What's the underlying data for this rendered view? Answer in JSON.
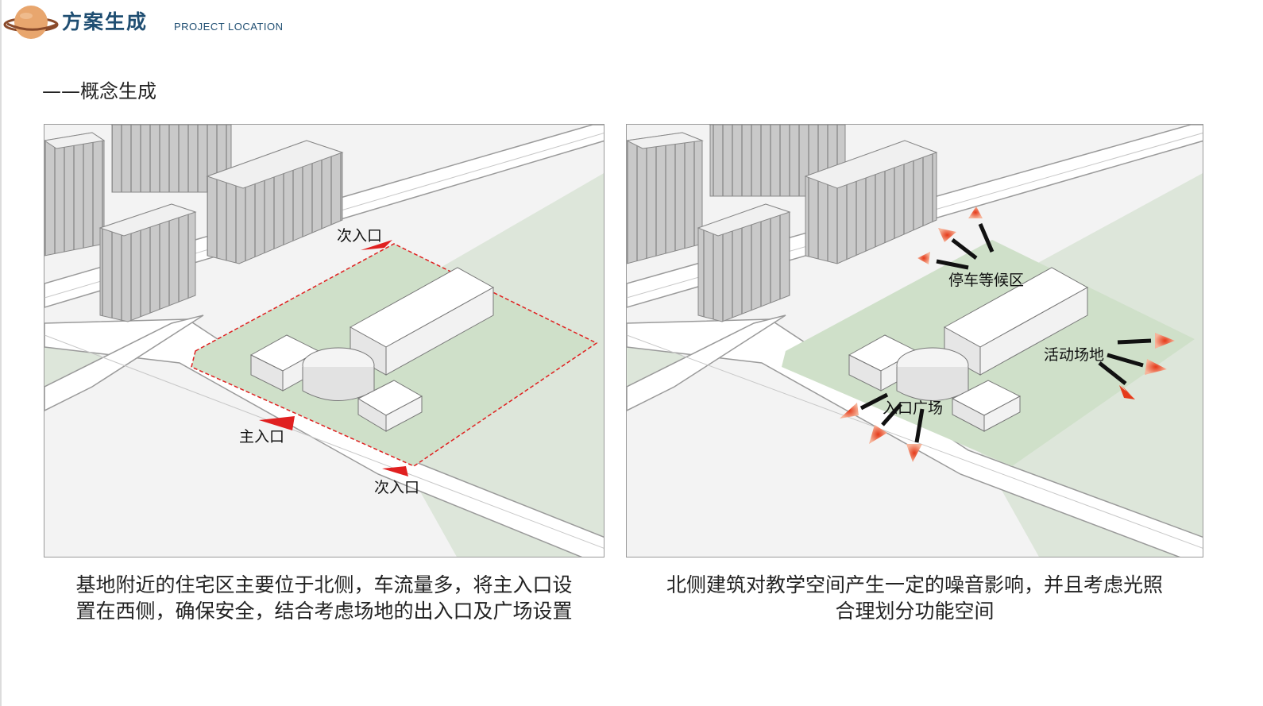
{
  "header": {
    "brand_title": "方案生成",
    "brand_subtitle": "PROJECT LOCATION",
    "section_title": "——概念生成"
  },
  "colors": {
    "site_green": "#cfe0c9",
    "field_green": "#dde6da",
    "road": "#ffffff",
    "building_grey": "#cfcfcf",
    "boundary_red": "#e02020",
    "arrow_red": "#e53a1a",
    "brand_blue": "#1f4e72",
    "logo_orange": "#e8a66e"
  },
  "left_panel": {
    "labels": {
      "secondary_entrance_north": "次入口",
      "main_entrance": "主入口",
      "secondary_entrance_south": "次入口"
    },
    "caption_lines": [
      "基地附近的住宅区主要位于北侧，车流量多，将主入口设",
      "置在西侧，确保安全，结合考虑场地的出入口及广场设置"
    ]
  },
  "right_panel": {
    "labels": {
      "parking_waiting_zone": "停车等候区",
      "activity_field": "活动场地",
      "entrance_plaza": "入口广场"
    },
    "caption_lines": [
      "北侧建筑对教学空间产生一定的噪音影响，并且考虑光照",
      "合理划分功能空间"
    ]
  }
}
